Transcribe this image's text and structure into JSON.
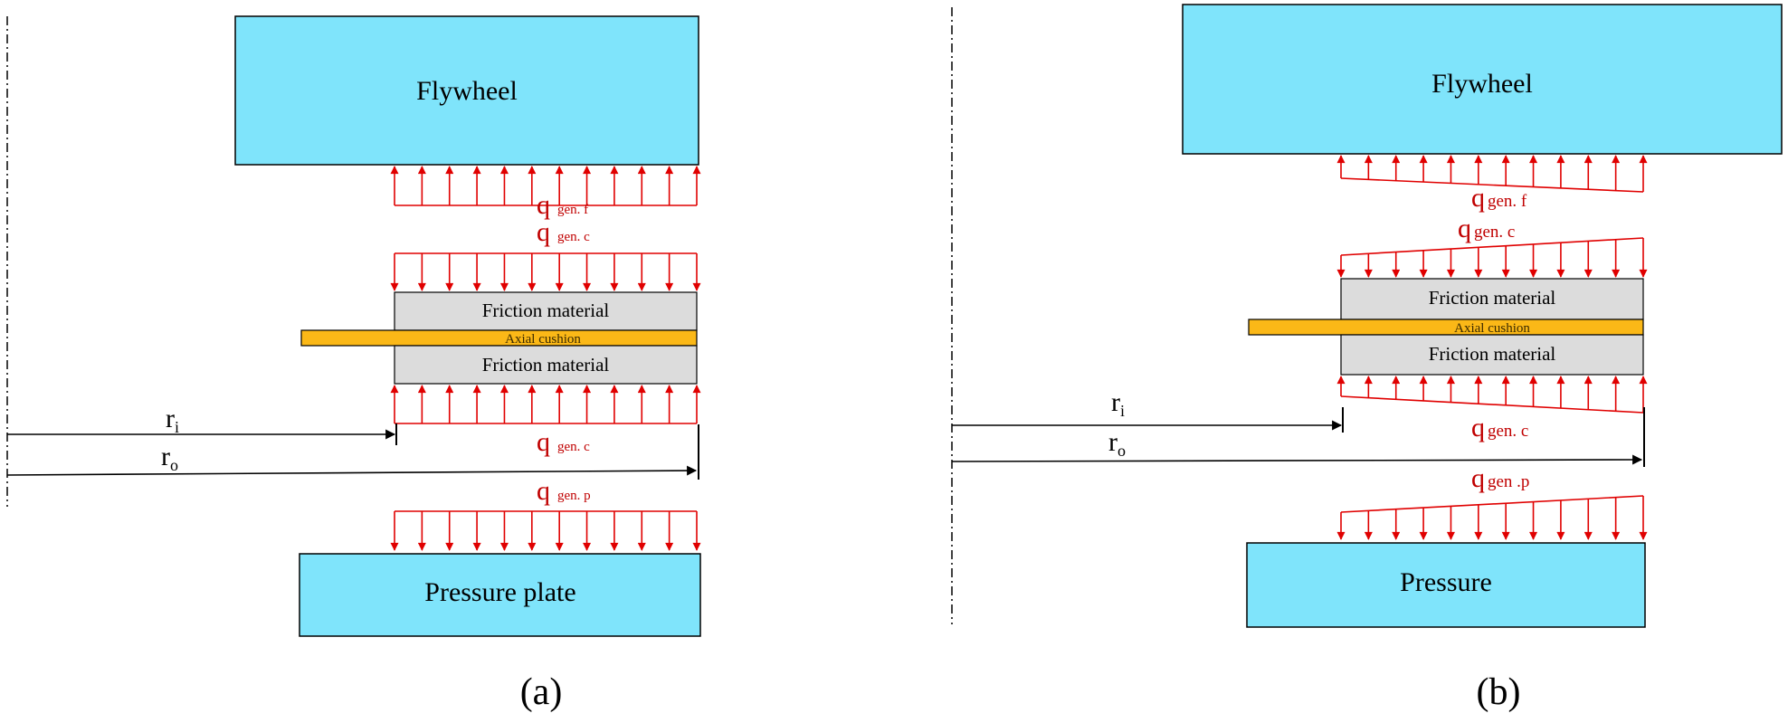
{
  "panel_a": {
    "caption": "(a)",
    "flywheel": "Flywheel",
    "pressure": "Pressure plate",
    "friction_top": "Friction material",
    "friction_bottom": "Friction material",
    "cushion": "Axial cushion",
    "q_f_main": "q",
    "q_f_sub": "gen. f",
    "q_c_top_main": "q",
    "q_c_top_sub": "gen. c",
    "q_c_bot_main": "q",
    "q_c_bot_sub": "gen. c",
    "q_p_main": "q",
    "q_p_sub": "gen. p",
    "ri_main": "r",
    "ri_sub": "i",
    "ro_main": "r",
    "ro_sub": "o"
  },
  "panel_b": {
    "caption": "(b)",
    "flywheel": "Flywheel",
    "pressure": "Pressure",
    "friction_top": "Friction material",
    "friction_bottom": "Friction material",
    "cushion": "Axial cushion",
    "q_f_main": "q",
    "q_f_sub": "gen. f",
    "q_c_top_main": "q",
    "q_c_top_sub": "gen. c",
    "q_c_bot_main": "q",
    "q_c_bot_sub": "gen. c",
    "q_p_main": "q",
    "q_p_sub": "gen .p",
    "ri_main": "r",
    "ri_sub": "i",
    "ro_main": "r",
    "ro_sub": "o"
  },
  "colors": {
    "block_fill": "#7fe4fb",
    "friction_fill": "#dcdcdc",
    "cushion_fill": "#fbb817",
    "arrow": "#c00000"
  }
}
